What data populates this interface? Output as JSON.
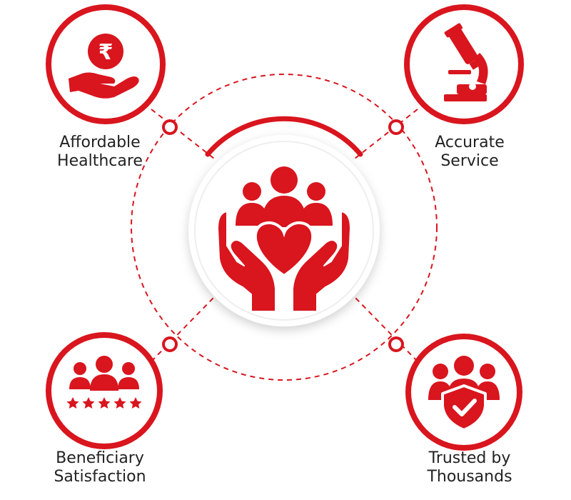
{
  "colors": {
    "accent": "#d9151e",
    "accent_dark": "#b50d15",
    "text": "#222222",
    "background": "#ffffff"
  },
  "center": {
    "icon": "hands-holding-heart-with-people-icon"
  },
  "features": [
    {
      "icon": "rupee-coin-on-hand-icon",
      "line1": "Affordable",
      "line2": "Healthcare"
    },
    {
      "icon": "microscope-icon",
      "line1": "Accurate",
      "line2": "Service"
    },
    {
      "icon": "people-with-five-stars-icon",
      "line1": "Beneficiary",
      "line2": "Satisfaction"
    },
    {
      "icon": "people-with-shield-check-icon",
      "line1": "Trusted by",
      "line2": "Thousands"
    }
  ]
}
